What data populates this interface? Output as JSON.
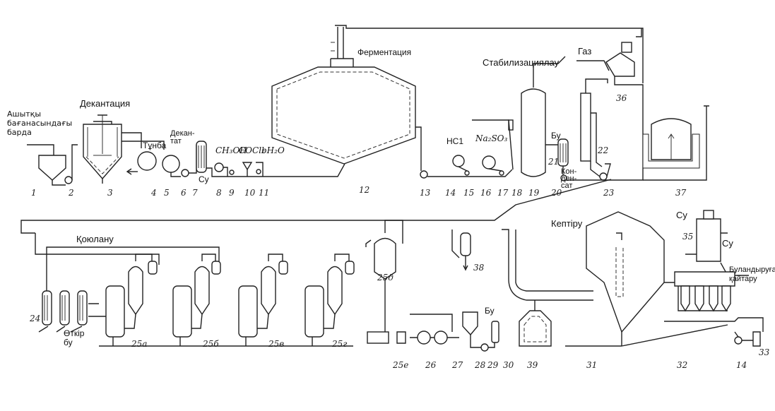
{
  "labels": {
    "barda": "Ашытқы\nбағанасындағы\nбарда",
    "dekantatsiya": "Декантация",
    "tunba": "Тұнба",
    "dekantat": "Декан-\nтат",
    "su1": "Су",
    "ch3oh": "CH₃OH",
    "cocl2": "COCl₂",
    "bh2o": "bH₂O",
    "fermentatsiya": "Ферментация",
    "stabilizatsiyalau": "Стабилизациялау",
    "gaz": "Газ",
    "hcl": "HC1",
    "na2so3": "Na₂SO₃",
    "bu1": "Бу",
    "kondensat": "Кон-\nден-\nсат",
    "koyulanu": "Қоюлану",
    "otkir_bu": "Өткір\nбу",
    "keptiru": "Кептіру",
    "bu2": "Бу",
    "su2": "Су",
    "su3": "Су",
    "bulandyruga": "Буландыруға\nқайтару"
  },
  "numbers": [
    "1",
    "2",
    "3",
    "4",
    "5",
    "6",
    "7",
    "8",
    "9",
    "10",
    "11",
    "12",
    "13",
    "14",
    "15",
    "16",
    "17",
    "18",
    "19",
    "20",
    "21",
    "22",
    "23",
    "36",
    "37",
    "24",
    "25а",
    "25б",
    "25в",
    "25г",
    "25д",
    "25е",
    "26",
    "27",
    "28",
    "29",
    "30",
    "39",
    "31",
    "38",
    "35",
    "32",
    "14",
    "33"
  ]
}
